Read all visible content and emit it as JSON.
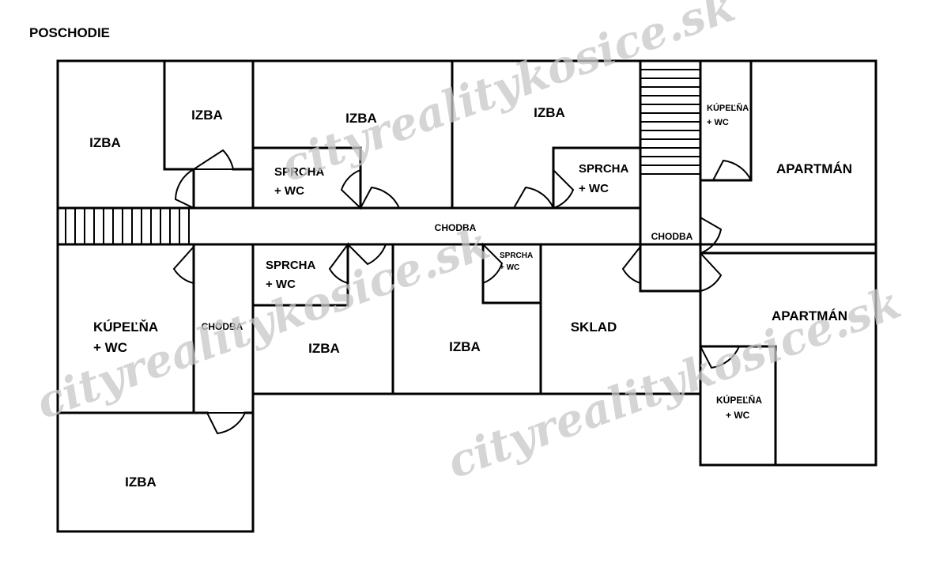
{
  "title": "POSCHODIE",
  "watermark": "cityrealitykosice.sk",
  "rooms": {
    "izba_tl": "IZBA",
    "izba_small": "IZBA",
    "izba_mid": "IZBA",
    "izba_right": "IZBA",
    "sprcha1_a": "SPRCHA",
    "sprcha1_b": "+ WC",
    "sprcha2_a": "SPRCHA",
    "sprcha2_b": "+ WC",
    "kupelna_top_a": "KÚPEĽŇA",
    "kupelna_top_b": "+ WC",
    "apartman_top": "APARTMÁN",
    "chodba_main": "CHODBA",
    "chodba_right": "CHODBA",
    "chodba_left": "CHODBA",
    "sprcha3_a": "SPRCHA",
    "sprcha3_b": "+ WC",
    "sprcha4_a": "SPRCHA",
    "sprcha4_b": "+ WC",
    "kupelna_left_a": "KÚPEĽŇA",
    "kupelna_left_b": "+ WC",
    "izba_b1": "IZBA",
    "izba_b2": "IZBA",
    "sklad": "SKLAD",
    "apartman_bottom": "APARTMÁN",
    "kupelna_br_a": "KÚPEĽŇA",
    "kupelna_br_b": "+ WC",
    "izba_bottom": "IZBA"
  }
}
